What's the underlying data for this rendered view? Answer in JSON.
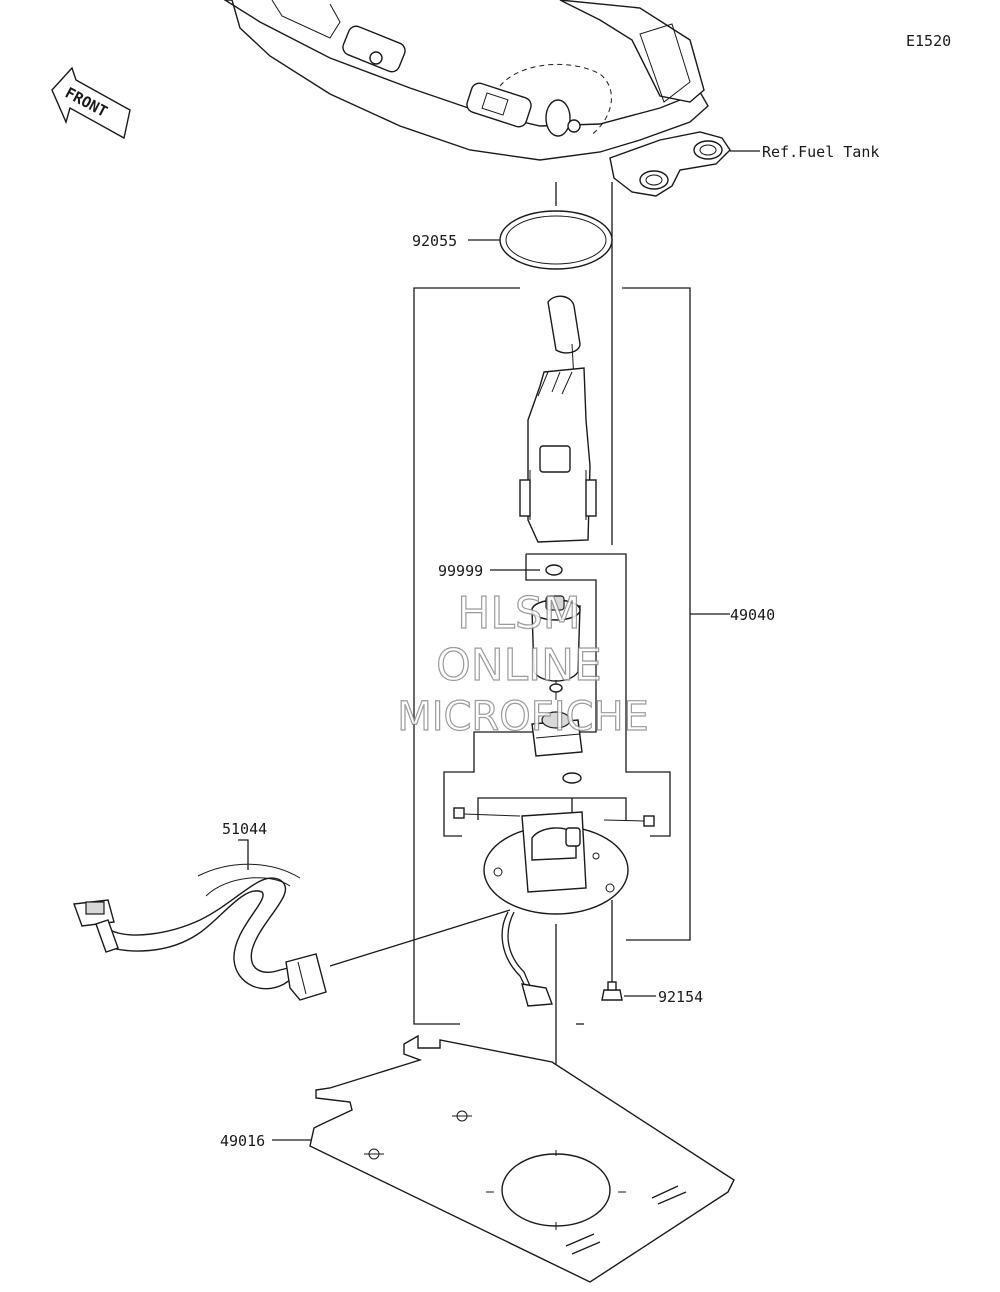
{
  "diagram": {
    "code": "E1520",
    "front_label": "FRONT",
    "callouts": {
      "ref_fuel_tank": "Ref.Fuel Tank",
      "p92055": "92055",
      "p99999": "99999",
      "p49040": "49040",
      "p51044": "51044",
      "p92154": "92154",
      "p49016": "49016"
    },
    "watermark": {
      "line1": "HLSM",
      "line2": "ONLINE",
      "line3": "MICROFICHE"
    }
  }
}
